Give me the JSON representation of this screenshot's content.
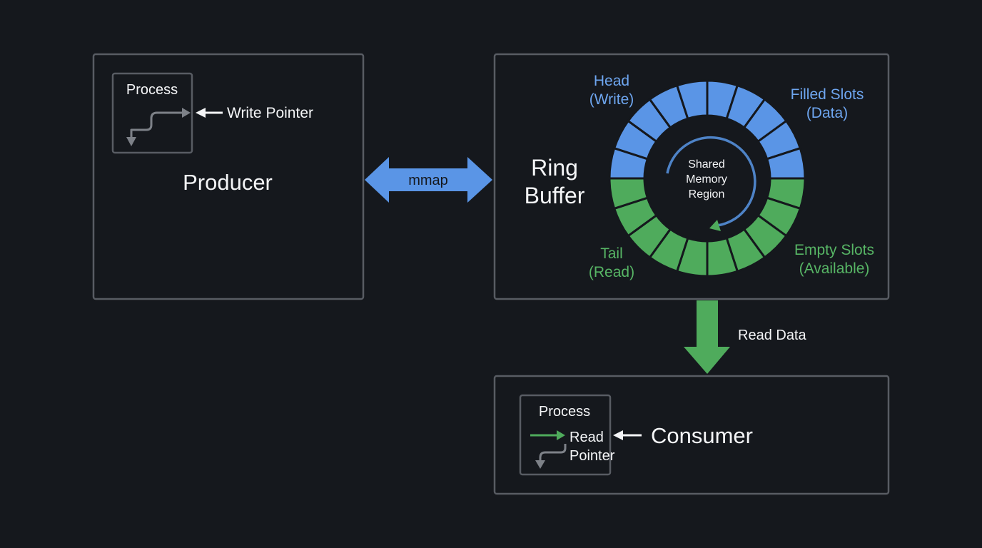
{
  "producer": {
    "title": "Producer",
    "process_label": "Process",
    "pointer_label": "Write Pointer"
  },
  "link": {
    "label": "mmap"
  },
  "ring_buffer": {
    "title_line1": "Ring",
    "title_line2": "Buffer",
    "center_line1": "Shared",
    "center_line2": "Memory",
    "center_line3": "Region",
    "head_line1": "Head",
    "head_line2": "(Write)",
    "filled_line1": "Filled Slots",
    "filled_line2": "(Data)",
    "tail_line1": "Tail",
    "tail_line2": "(Read)",
    "empty_line1": "Empty Slots",
    "empty_line2": "(Available)",
    "filled_slots": 10,
    "empty_slots": 10
  },
  "read_flow": {
    "label": "Read Data"
  },
  "consumer": {
    "title": "Consumer",
    "process_label": "Process",
    "pointer_line1": "Read",
    "pointer_line2": "Pointer"
  },
  "colors": {
    "background": "#15181d",
    "box_stroke": "#585c63",
    "filled_blue": "#5a95e6",
    "empty_green": "#4fab5c",
    "text": "#f4f5f7"
  }
}
